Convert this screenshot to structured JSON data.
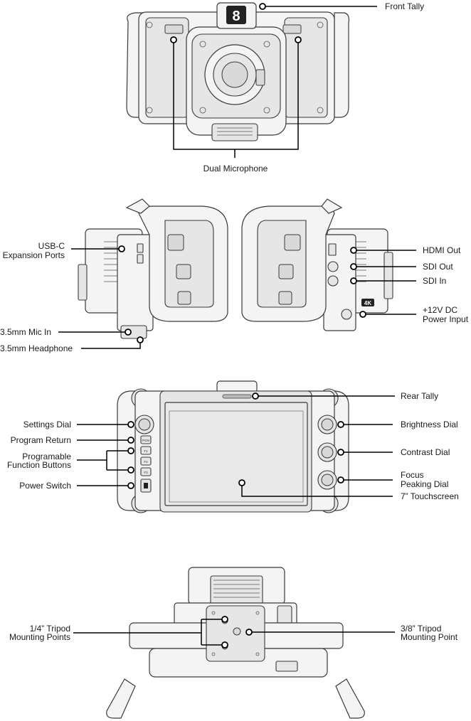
{
  "front_view": {
    "tally_digit": "8",
    "labels": {
      "front_tally": "Front Tally",
      "dual_microphone": "Dual Microphone"
    }
  },
  "side_views": {
    "labels": {
      "usb_c_1": "USB-C",
      "usb_c_2": "Expansion Ports",
      "mic_in": "3.5mm Mic In",
      "headphone": "3.5mm Headphone",
      "hdmi_out": "HDMI Out",
      "sdi_out": "SDI Out",
      "sdi_in": "SDI In",
      "power_1": "+12V DC",
      "power_2": "Power Input"
    },
    "badge": "4K"
  },
  "rear_view": {
    "labels": {
      "rear_tally": "Rear Tally",
      "settings_dial": "Settings Dial",
      "program_return": "Program Return",
      "function_buttons_1": "Programable",
      "function_buttons_2": "Function Buttons",
      "power_switch": "Power Switch",
      "brightness_dial": "Brightness Dial",
      "contrast_dial": "Contrast Dial",
      "focus_peaking_1": "Focus",
      "focus_peaking_2": "Peaking Dial",
      "touchscreen": "7” Touchscreen"
    },
    "button_labels": [
      "PGM",
      "F1",
      "F2",
      "F3"
    ]
  },
  "bottom_view": {
    "labels": {
      "quarter_inch_1": "1/4” Tripod",
      "quarter_inch_2": "Mounting Points",
      "three_eighths_1": "3/8” Tripod",
      "three_eighths_2": "Mounting Point"
    }
  }
}
